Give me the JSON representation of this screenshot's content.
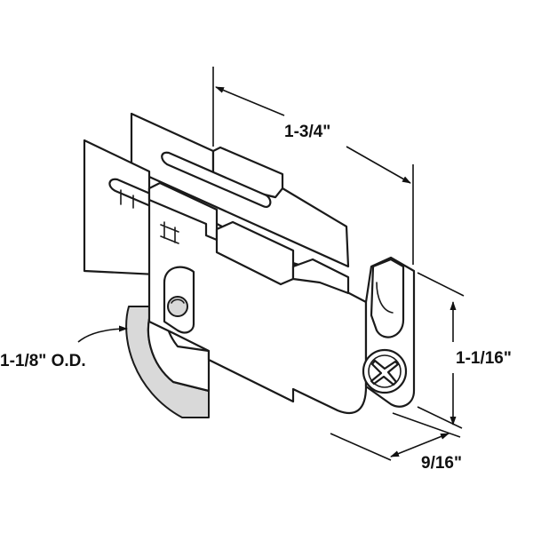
{
  "dimensions": {
    "length": "1-3/4\"",
    "height": "1-1/16\"",
    "width": "9/16\"",
    "wheel_diameter": "1-1/8\" O.D."
  }
}
